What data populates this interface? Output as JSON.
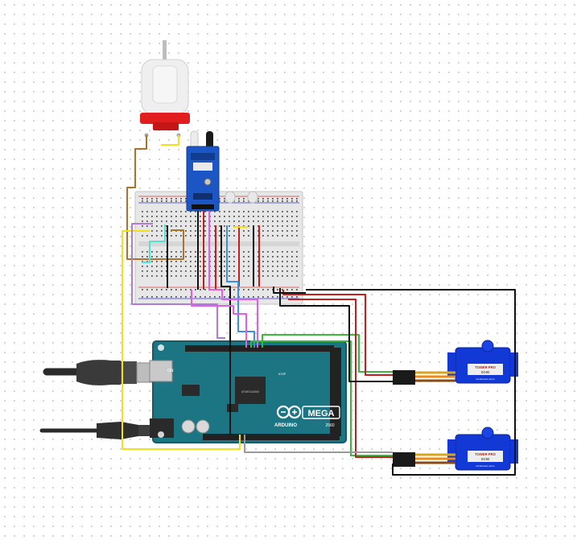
{
  "board": {
    "logo_text": "ARDUINO",
    "model_text": "MEGA",
    "variant_text": "2560",
    "on_label": "ON",
    "chip_label": "ATMEGA2560",
    "icsp_label": "ICSP"
  },
  "servos": [
    {
      "brand_text": "TOWER PRO",
      "model_text": "SG90",
      "sub_text": "Continuous servo"
    },
    {
      "brand_text": "TOWER PRO",
      "model_text": "SG90",
      "sub_text": "Continuous servo"
    }
  ],
  "colors": {
    "board": "#1c7583",
    "breadboard": "#e7e7e7",
    "sensor_board": "#1c55c4",
    "motor_body": "#efefef",
    "motor_cap": "#e11d1d",
    "servo_body": "#1238d6",
    "wire_black": "#111111",
    "wire_red": "#c21f1f",
    "wire_yellow": "#f2e11a",
    "wire_green": "#3ab83a",
    "wire_pink": "#e060e0",
    "wire_blue": "#3a8fe0",
    "wire_brown": "#a8752a",
    "wire_gray": "#9a9a9a",
    "wire_cyan": "#55e0d6"
  },
  "icons": {
    "motor": "dc-motor-icon",
    "ir_sensor": "ir-sensor-icon",
    "servo": "servo-icon",
    "usb": "usb-cable-icon",
    "dc_jack": "dc-jack-cable-icon"
  }
}
